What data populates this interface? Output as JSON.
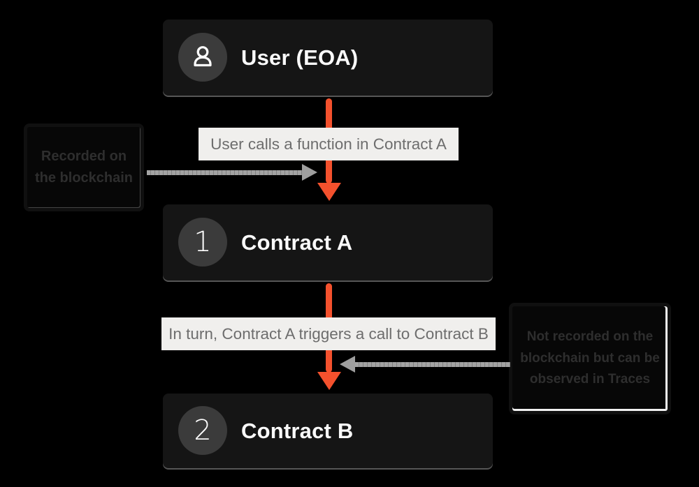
{
  "colors": {
    "background": "#000000",
    "accent_orange": "#F4512D",
    "card_bg": "#151515",
    "card_text": "#FAFAFA",
    "badge_circle_bg": "#3B3B3B",
    "flow_label_bg": "#F0EFED",
    "flow_label_text": "#6D6D6D",
    "gray_arrow": "#9E9E9E",
    "annotation_text": "#2E2E2E"
  },
  "nodes": {
    "user": {
      "label": "User (EOA)",
      "icon": "user-icon"
    },
    "contract_a": {
      "label": "Contract A",
      "badge": "1"
    },
    "contract_b": {
      "label": "Contract B",
      "badge": "2"
    }
  },
  "edges": {
    "edge1_label": "User calls a function in Contract A",
    "edge2_label": "In turn, Contract A triggers a call to Contract B"
  },
  "annotations": {
    "left": "Recorded on the blockchain",
    "right": "Not recorded on the blockchain but can be observed in Traces"
  }
}
